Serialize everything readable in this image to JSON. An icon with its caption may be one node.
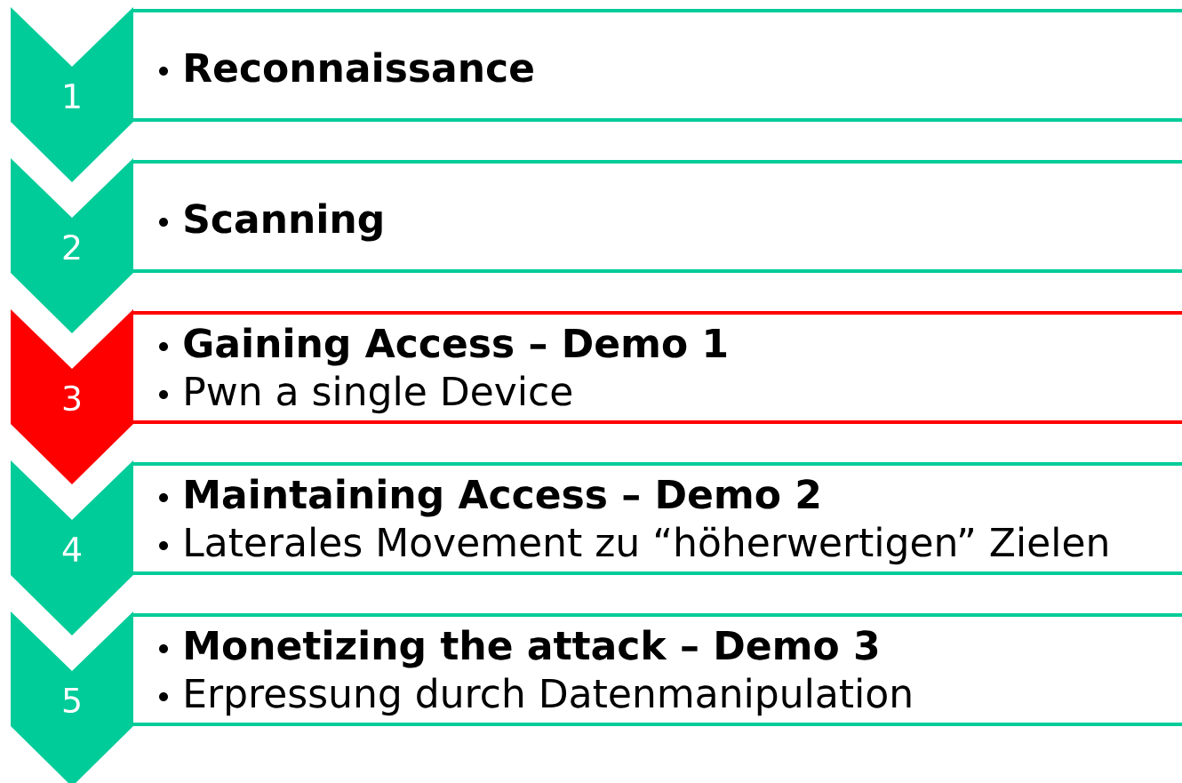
{
  "diagram": {
    "nodes": [
      {
        "text": [
          "1"
        ]
      },
      {
        "text": [
          "Reconnaissance"
        ]
      },
      {
        "text": [
          "2"
        ]
      },
      {
        "text": [
          "Scanning"
        ]
      },
      {
        "text": [
          "3"
        ]
      },
      {
        "text": [
          "Gaining Access – Demo 1",
          "Pwn a single Device"
        ]
      },
      {
        "text": [
          "4"
        ]
      },
      {
        "text": [
          "Maintaining Access – Demo 2",
          "Laterales Movement zu “höherwertigen” Zielen"
        ]
      },
      {
        "text": [
          "5"
        ]
      },
      {
        "text": [
          "Monetizing the attack – Demo 3",
          "Erpressung durch Datenmanipulation"
        ]
      }
    ]
  }
}
